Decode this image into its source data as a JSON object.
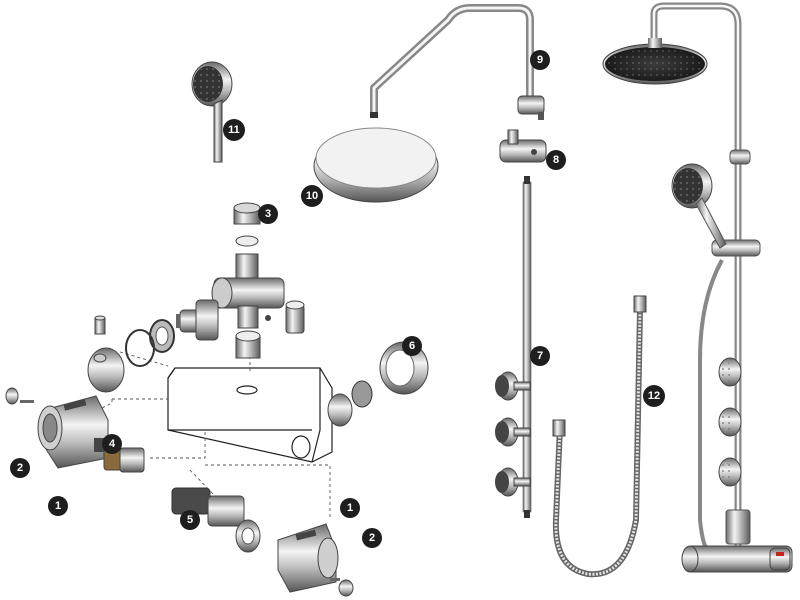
{
  "callouts": [
    {
      "id": "c1a",
      "label": "1"
    },
    {
      "id": "c1b",
      "label": "1"
    },
    {
      "id": "c2a",
      "label": "2"
    },
    {
      "id": "c2b",
      "label": "2"
    },
    {
      "id": "c3",
      "label": "3"
    },
    {
      "id": "c4",
      "label": "4"
    },
    {
      "id": "c5",
      "label": "5"
    },
    {
      "id": "c6",
      "label": "6"
    },
    {
      "id": "c7",
      "label": "7"
    },
    {
      "id": "c8",
      "label": "8"
    },
    {
      "id": "c9",
      "label": "9"
    },
    {
      "id": "c10",
      "label": "10"
    },
    {
      "id": "c11",
      "label": "11"
    },
    {
      "id": "c12",
      "label": "12"
    }
  ],
  "colors": {
    "chrome_dark": "#4a4a4a",
    "chrome_mid": "#9a9a9a",
    "chrome_light": "#e6e6e6",
    "badge": "#1e1e1e",
    "accent_red": "#c8241c"
  }
}
